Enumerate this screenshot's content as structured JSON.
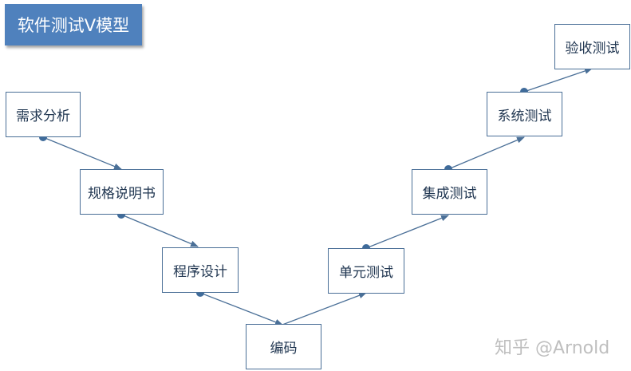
{
  "title": "软件测试V模型",
  "stages": {
    "requirements": "需求分析",
    "specification": "规格说明书",
    "program_design": "程序设计",
    "coding": "编码",
    "unit_test": "单元测试",
    "integration_test": "集成测试",
    "system_test": "系统测试",
    "acceptance_test": "验收测试"
  },
  "watermark": "知乎 @Arnold",
  "colors": {
    "banner": "#4f81bd",
    "box_border": "#4a6f97",
    "connector": "#4a6f97",
    "dot": "#3f6b9a"
  }
}
